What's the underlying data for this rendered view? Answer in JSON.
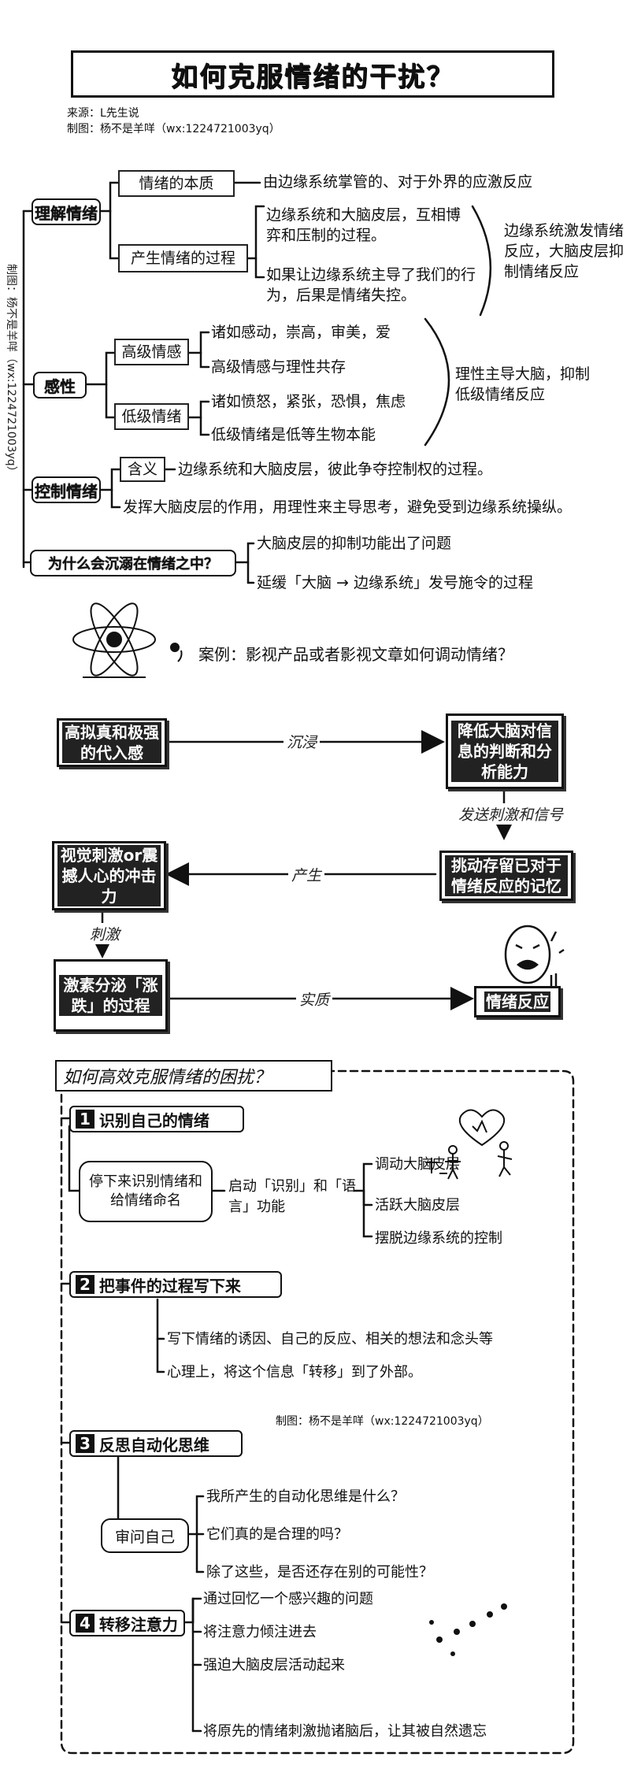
{
  "title": "如何克服情绪的干扰？",
  "source": "来源：L先生说",
  "maker": "制图：杨不是羊咩（wx:1224721003yq）",
  "side_watermark": "制图：杨不是羊咩（wx:1224721003yq）",
  "section1": {
    "understand": {
      "label": "理解情绪",
      "essence": "情绪的本质",
      "essence_desc": "由边缘系统掌管的、对于外界的应激反应",
      "process": "产生情绪的过程",
      "process_a": "边缘系统和大脑皮层，互相博弈和压制的过程。",
      "process_b": "如果让边缘系统主导了我们的行为，后果是情绪失控。",
      "process_note": "边缘系统激发情绪反应，大脑皮层抑制情绪反应"
    },
    "feel": {
      "label": "感性",
      "high": "高级情感",
      "high_a": "诸如感动，崇高，审美，爱",
      "high_b": "高级情感与理性共存",
      "low": "低级情绪",
      "low_a": "诸如愤怒，紧张，恐惧，焦虑",
      "low_b": "低级情绪是低等生物本能",
      "note": "理性主导大脑，抑制低级情绪反应"
    },
    "control": {
      "label": "控制情绪",
      "meaning": "含义",
      "meaning_desc": "边缘系统和大脑皮层，彼此争夺控制权的过程。",
      "method": "发挥大脑皮层的作用，用理性来主导思考，避免受到边缘系统操纵。"
    },
    "why": {
      "label": "为什么会沉溺在情绪之中？",
      "a": "大脑皮层的抑制功能出了问题",
      "b": "延缓「大脑 → 边缘系统」发号施令的过程"
    }
  },
  "case": {
    "title": "案例：影视产品或者影视文章如何调动情绪？",
    "n1": "高拟真和极强的代入感",
    "n2": "降低大脑对信息的判断和分析能力",
    "n3": "视觉刺激or震撼人心的冲击力",
    "n4": "挑动存留已对于情绪反应的记忆",
    "n5": "激素分泌「涨 跌」的过程",
    "n6": "情绪反应",
    "e1": "沉浸",
    "e2": "发送刺激和信号",
    "e3": "产生",
    "e4": "刺激",
    "e5": "实质"
  },
  "section3": {
    "title": "如何高效克服情绪的困扰？",
    "s1": {
      "num": "1",
      "label": "识别自己的情绪",
      "box": "停下来识别情绪和给情绪命名",
      "mid": "启动「识别」和「语言」功能",
      "items": [
        "调动大脑皮层",
        "活跃大脑皮层",
        "摆脱边缘系统的控制"
      ]
    },
    "s2": {
      "num": "2",
      "label": "把事件的过程写下来",
      "items": [
        "写下情绪的诱因、自己的反应、相关的想法和念头等",
        "心理上，将这个信息「转移」到了外部。"
      ]
    },
    "maker2": "制图：杨不是羊咩（wx:1224721003yq）",
    "s3": {
      "num": "3",
      "label": "反思自动化思维",
      "box": "审问自己",
      "items": [
        "我所产生的自动化思维是什么？",
        "它们真的是合理的吗？",
        "除了这些，是否还存在别的可能性？"
      ]
    },
    "s4": {
      "num": "4",
      "label": "转移注意力",
      "items": [
        "通过回忆一个感兴趣的问题",
        "将注意力倾注进去",
        "强迫大脑皮层活动起来",
        "将原先的情绪刺激抛诸脑后，让其被自然遗忘"
      ]
    }
  }
}
